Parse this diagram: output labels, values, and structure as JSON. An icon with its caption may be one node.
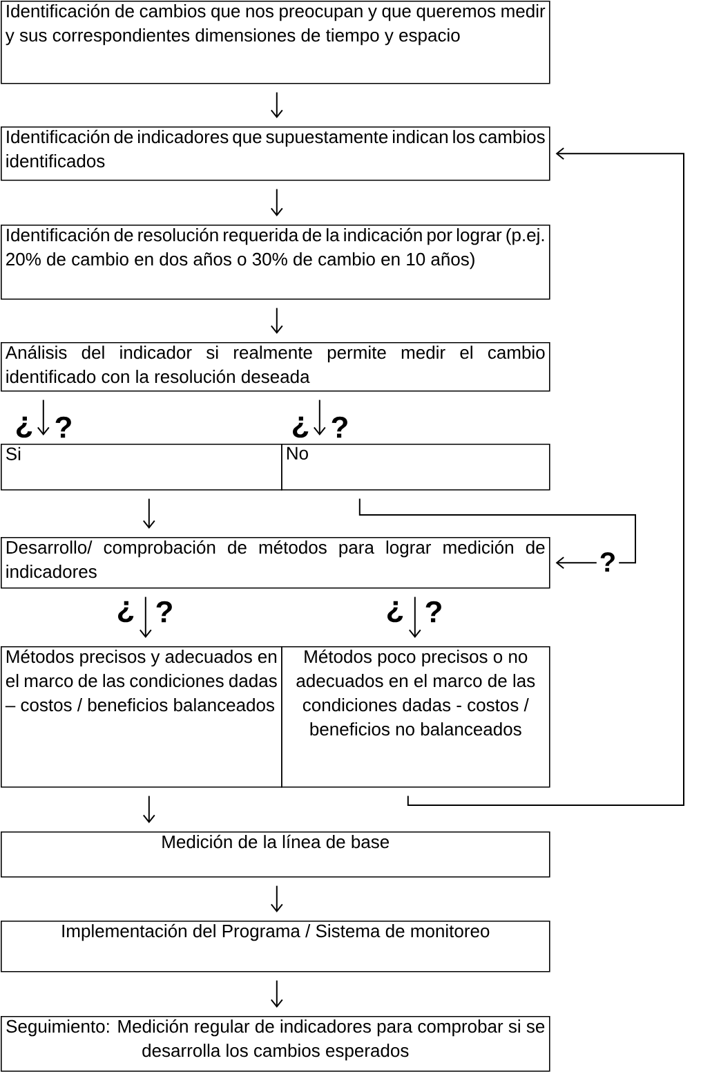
{
  "diagram": {
    "nodes": [
      {
        "text": [
          "Identificación de cambios que nos preocupan y que queremos medir y sus correspondientes dimensiones de tiempo y espacio"
        ]
      },
      {
        "text": [
          "Identificación de indicadores que supuestamente indican los cambios identificados"
        ]
      },
      {
        "text": [
          "Identificación de resolución requerida de la indicación por lograr (p.ej. 20% de cambio en dos años o 30% de cambio en 10 años)"
        ]
      },
      {
        "text": [
          "Análisis del indicador si realmente permite medir el cambio identificado con la resolución deseada"
        ]
      },
      {
        "text": [
          "Si"
        ]
      },
      {
        "text": [
          "No"
        ]
      },
      {
        "text": [
          "Desarrollo/ comprobación de métodos para lograr medición de indicadores"
        ]
      },
      {
        "text": [
          "Métodos precisos y adecuados en el marco de las condiciones dadas – costos / beneficios balanceados"
        ]
      },
      {
        "text": [
          "Métodos poco precisos o no adecuados en el marco de las condiciones dadas - costos / beneficios no balanceados"
        ]
      },
      {
        "text": [
          "Medición de la línea de base"
        ]
      },
      {
        "text": [
          "Implementación del Programa / Sistema de monitoreo"
        ]
      },
      {
        "text": [
          "Seguimiento: Medición regular de indicadores para comprobar si se desarrolla los cambios esperados"
        ]
      }
    ],
    "edges": [
      {
        "from": 0,
        "to": 1,
        "arrow": "to"
      },
      {
        "from": 1,
        "to": 2,
        "arrow": "to"
      },
      {
        "from": 2,
        "to": 3,
        "arrow": "to"
      },
      {
        "from": 3,
        "to": 4,
        "arrow": "to"
      },
      {
        "from": 3,
        "to": 5,
        "arrow": "to"
      },
      {
        "from": 4,
        "to": 6,
        "arrow": "to"
      },
      {
        "from": 5,
        "to": 6,
        "arrow": "to",
        "label": "?"
      },
      {
        "from": 6,
        "to": 7,
        "arrow": "to"
      },
      {
        "from": 6,
        "to": 8,
        "arrow": "to"
      },
      {
        "from": 7,
        "to": 9,
        "arrow": "to"
      },
      {
        "from": 8,
        "to": 1,
        "arrow": "to"
      },
      {
        "from": 9,
        "to": 10,
        "arrow": "to"
      },
      {
        "from": 10,
        "to": 11,
        "arrow": "to"
      }
    ],
    "labels": [
      "¿",
      "?",
      "¿",
      "?",
      "¿",
      "?",
      "¿",
      "?"
    ]
  }
}
